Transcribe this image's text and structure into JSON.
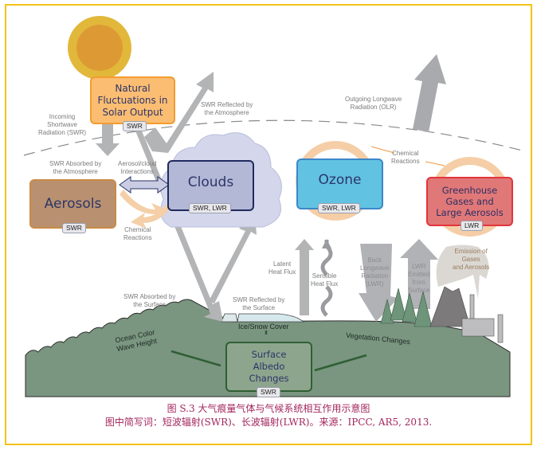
{
  "diagram": {
    "boxes": {
      "solar": {
        "title": "Natural Fluctuations in Solar Output",
        "lines": [
          "Natural",
          "Fluctuations in",
          "Solar Output"
        ],
        "tag": "SWR"
      },
      "aerosols": {
        "title": "Aerosols",
        "tag": "SWR"
      },
      "clouds": {
        "title": "Clouds",
        "tag": "SWR, LWR"
      },
      "ozone": {
        "title": "Ozone",
        "tag": "SWR, LWR"
      },
      "ghg": {
        "title": "Greenhouse Gases and Large Aerosols",
        "lines": [
          "Greenhouse",
          "Gases and",
          "Large Aerosols"
        ],
        "tag": "LWR"
      },
      "albedo": {
        "title": "Surface Albedo Changes",
        "lines": [
          "Surface",
          "Albedo",
          "Changes"
        ],
        "tag": "SWR"
      }
    },
    "labels": {
      "incoming_swr": [
        "Incoming",
        "Shortwave",
        "Radiation (SWR)"
      ],
      "swr_reflected_atm": [
        "SWR Reflected by",
        "the Atmosphere"
      ],
      "olr": [
        "Outgoing Longwave",
        "Radiation (OLR)"
      ],
      "swr_absorbed_atm": [
        "SWR Absorbed by",
        "the Atmosphere"
      ],
      "aerosol_cloud": [
        "Aerosol/cloud",
        "Interactions"
      ],
      "chem_left": [
        "Chemical",
        "Reactions"
      ],
      "chem_right": [
        "Chemical",
        "Reactions"
      ],
      "latent": [
        "Latent",
        "Heat Flux"
      ],
      "sensible": [
        "Sensible",
        "Heat Flux"
      ],
      "back_lwr": [
        "Back",
        "Longwave",
        "Radiation",
        "(LWR)"
      ],
      "lwr_emitted": [
        "LWR",
        "Emitted",
        "from",
        "Surface"
      ],
      "emission": [
        "Emission of",
        "Gases",
        "and Aerosols"
      ],
      "swr_absorbed_surface": [
        "SWR Absorbed by",
        "the Surface"
      ],
      "swr_reflected_surface": [
        "SWR Reflected by",
        "the Surface"
      ],
      "ice_snow": "Ice/Snow Cover",
      "ocean": [
        "Ocean Color",
        "Wave Height"
      ],
      "vegetation": "Vegetation Changes"
    },
    "colors": {
      "frame": "#f5c218",
      "solar_fill": "#fbbd72",
      "solar_border": "#f39b30",
      "aerosols_fill": "#b99170",
      "aerosols_border": "#c98a45",
      "clouds_fill": "#b3b8d6",
      "clouds_border": "#1f2a5e",
      "ozone_fill": "#62c2e2",
      "ozone_border": "#3d87c8",
      "ghg_fill": "#e07878",
      "ghg_border": "#e3353a",
      "albedo_fill": "#8ea58d",
      "albedo_border": "#2e5f34",
      "ground": "#7a9580",
      "arrow_gray": "#b3b4b6",
      "caption": "#a3265d"
    }
  },
  "caption": {
    "line1": "图 S.3  大气痕量气体与气候系统相互作用示意图",
    "line2": "图中简写词：短波辐射(SWR)、长波辐射(LWR)。来源：IPCC, AR5, 2013."
  }
}
